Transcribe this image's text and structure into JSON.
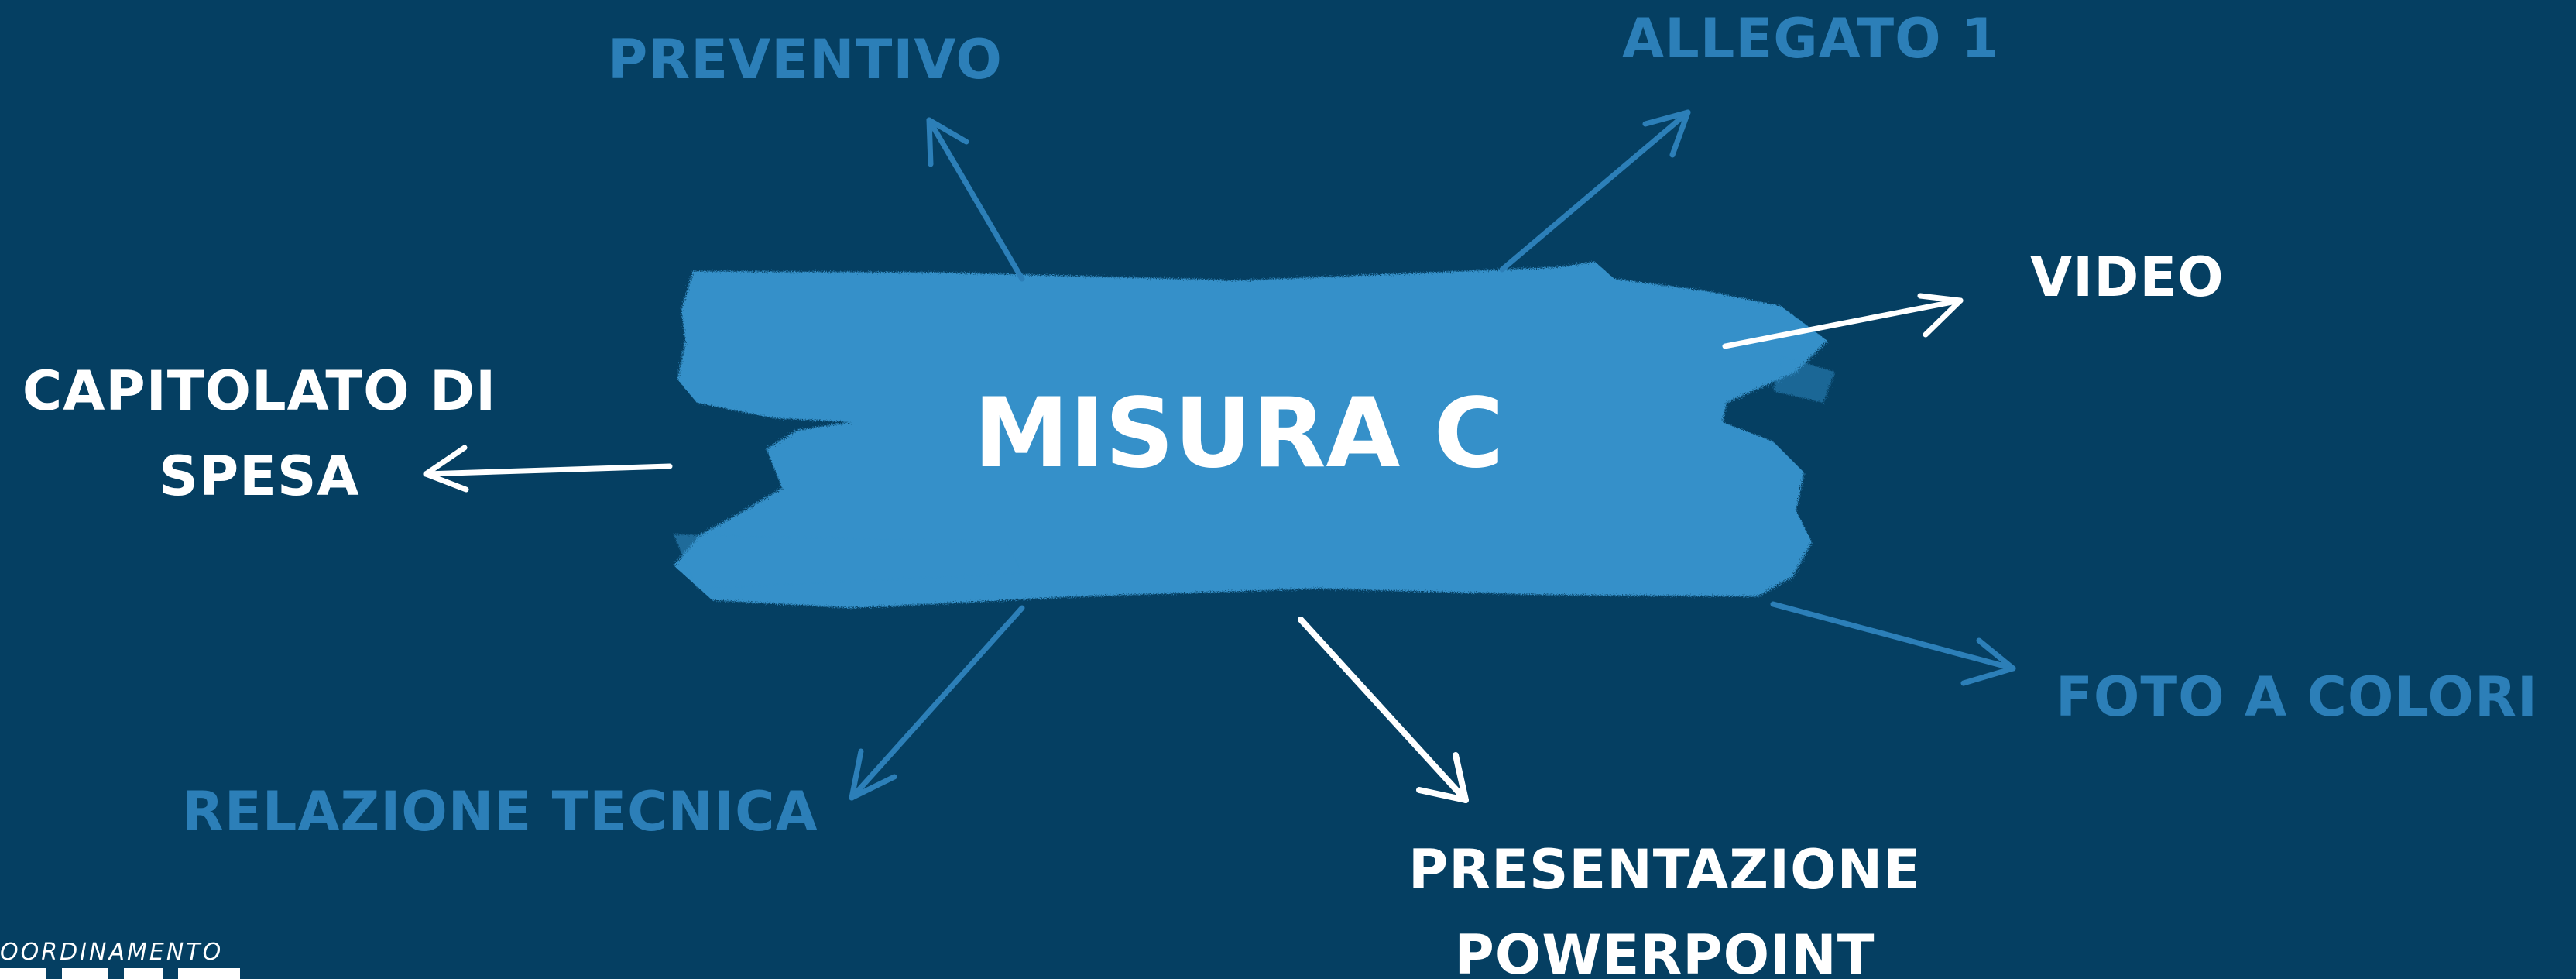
{
  "center": {
    "label": "MISURA C"
  },
  "nodes": {
    "preventivo": "PREVENTIVO",
    "allegato": "ALLEGATO 1",
    "video": "VIDEO",
    "capitolato_line1": "CAPITOLATO DI",
    "capitolato_line2": "SPESA",
    "foto": "FOTO A COLORI",
    "relazione": "RELAZIONE TECNICA",
    "presentazione_line1": "PRESENTAZIONE",
    "presentazione_line2": "POWERPOINT"
  },
  "logo": {
    "text": "OORDINAMENTO"
  },
  "colors": {
    "background": "#053f62",
    "brush": "#3490c9",
    "blue_text": "#2c7fb8",
    "white_text": "#ffffff"
  }
}
